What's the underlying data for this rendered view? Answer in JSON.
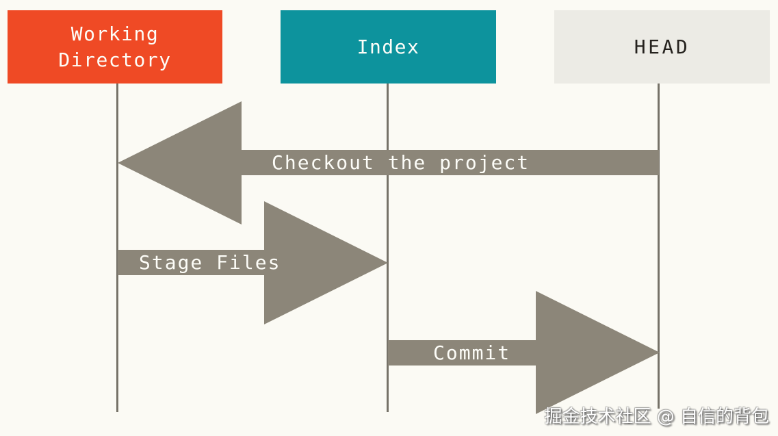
{
  "colors": {
    "background": "#FBFAF4",
    "working_directory_box": "#EF4A25",
    "index_box": "#0D939D",
    "head_box": "#ECEBE5",
    "arrow": "#8C8679",
    "lifeline": "#767268",
    "box_text_light": "#FDFDF8",
    "head_text": "#25221E"
  },
  "columns": [
    {
      "label": "Working Directory"
    },
    {
      "label": "Index"
    },
    {
      "label": "HEAD"
    }
  ],
  "arrows": [
    {
      "label": "Checkout the project",
      "direction": "left",
      "from": "HEAD",
      "to": "Working Directory"
    },
    {
      "label": "Stage Files",
      "direction": "right",
      "from": "Working Directory",
      "to": "Index"
    },
    {
      "label": "Commit",
      "direction": "right",
      "from": "Index",
      "to": "HEAD"
    }
  ],
  "watermark": "掘金技术社区 @ 自信的背包"
}
